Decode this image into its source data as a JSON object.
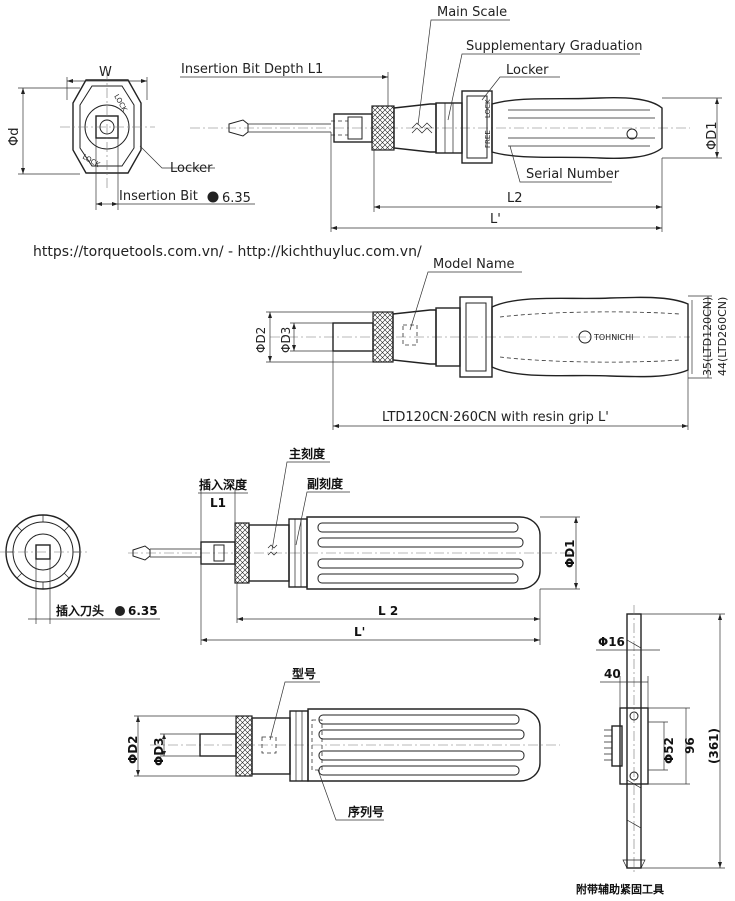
{
  "labels": {
    "main_scale": "Main Scale",
    "supplementary_graduation": "Supplementary Graduation",
    "locker_top": "Locker",
    "locker_left": "Locker",
    "serial_number": "Serial Number",
    "insertion_bit_depth": "Insertion Bit Depth L1",
    "insertion_bit": "Insertion Bit",
    "hex_size": "6.35",
    "w": "W",
    "phi_d": "Φd",
    "phi_d1": "ΦD1",
    "l2": "L2",
    "l_prime": "L'",
    "urls": "https://torquetools.com.vn/ - http://kichthuyluc.com.vn/",
    "model_name": "Model Name",
    "phi_d2": "ΦD2",
    "phi_d3": "ΦD3",
    "dim_35": "35(LTD120CN)",
    "dim_44": "44(LTD260CN)",
    "resin_grip": "LTD120CN·260CN with resin grip L'",
    "brand": "TOHNICHI",
    "lock": "LOCK",
    "free": "FREE"
  },
  "labels_cn": {
    "main_scale": "主刻度",
    "supplementary": "副刻度",
    "insertion_depth": "插入深度",
    "l1": "L1",
    "insertion_bit": "插入刀头",
    "hex_size": "6.35",
    "l2": "L 2",
    "l_prime": "L'",
    "phi_d1": "ΦD1",
    "model": "型号",
    "phi_d2": "ΦD2",
    "phi_d3": "ΦD3",
    "serial": "序列号",
    "phi16": "Φ16",
    "dim40": "40",
    "phi52": "Φ52",
    "dim96": "96",
    "dim361": "(361)",
    "accessory": "附带辅助紧固工具"
  }
}
